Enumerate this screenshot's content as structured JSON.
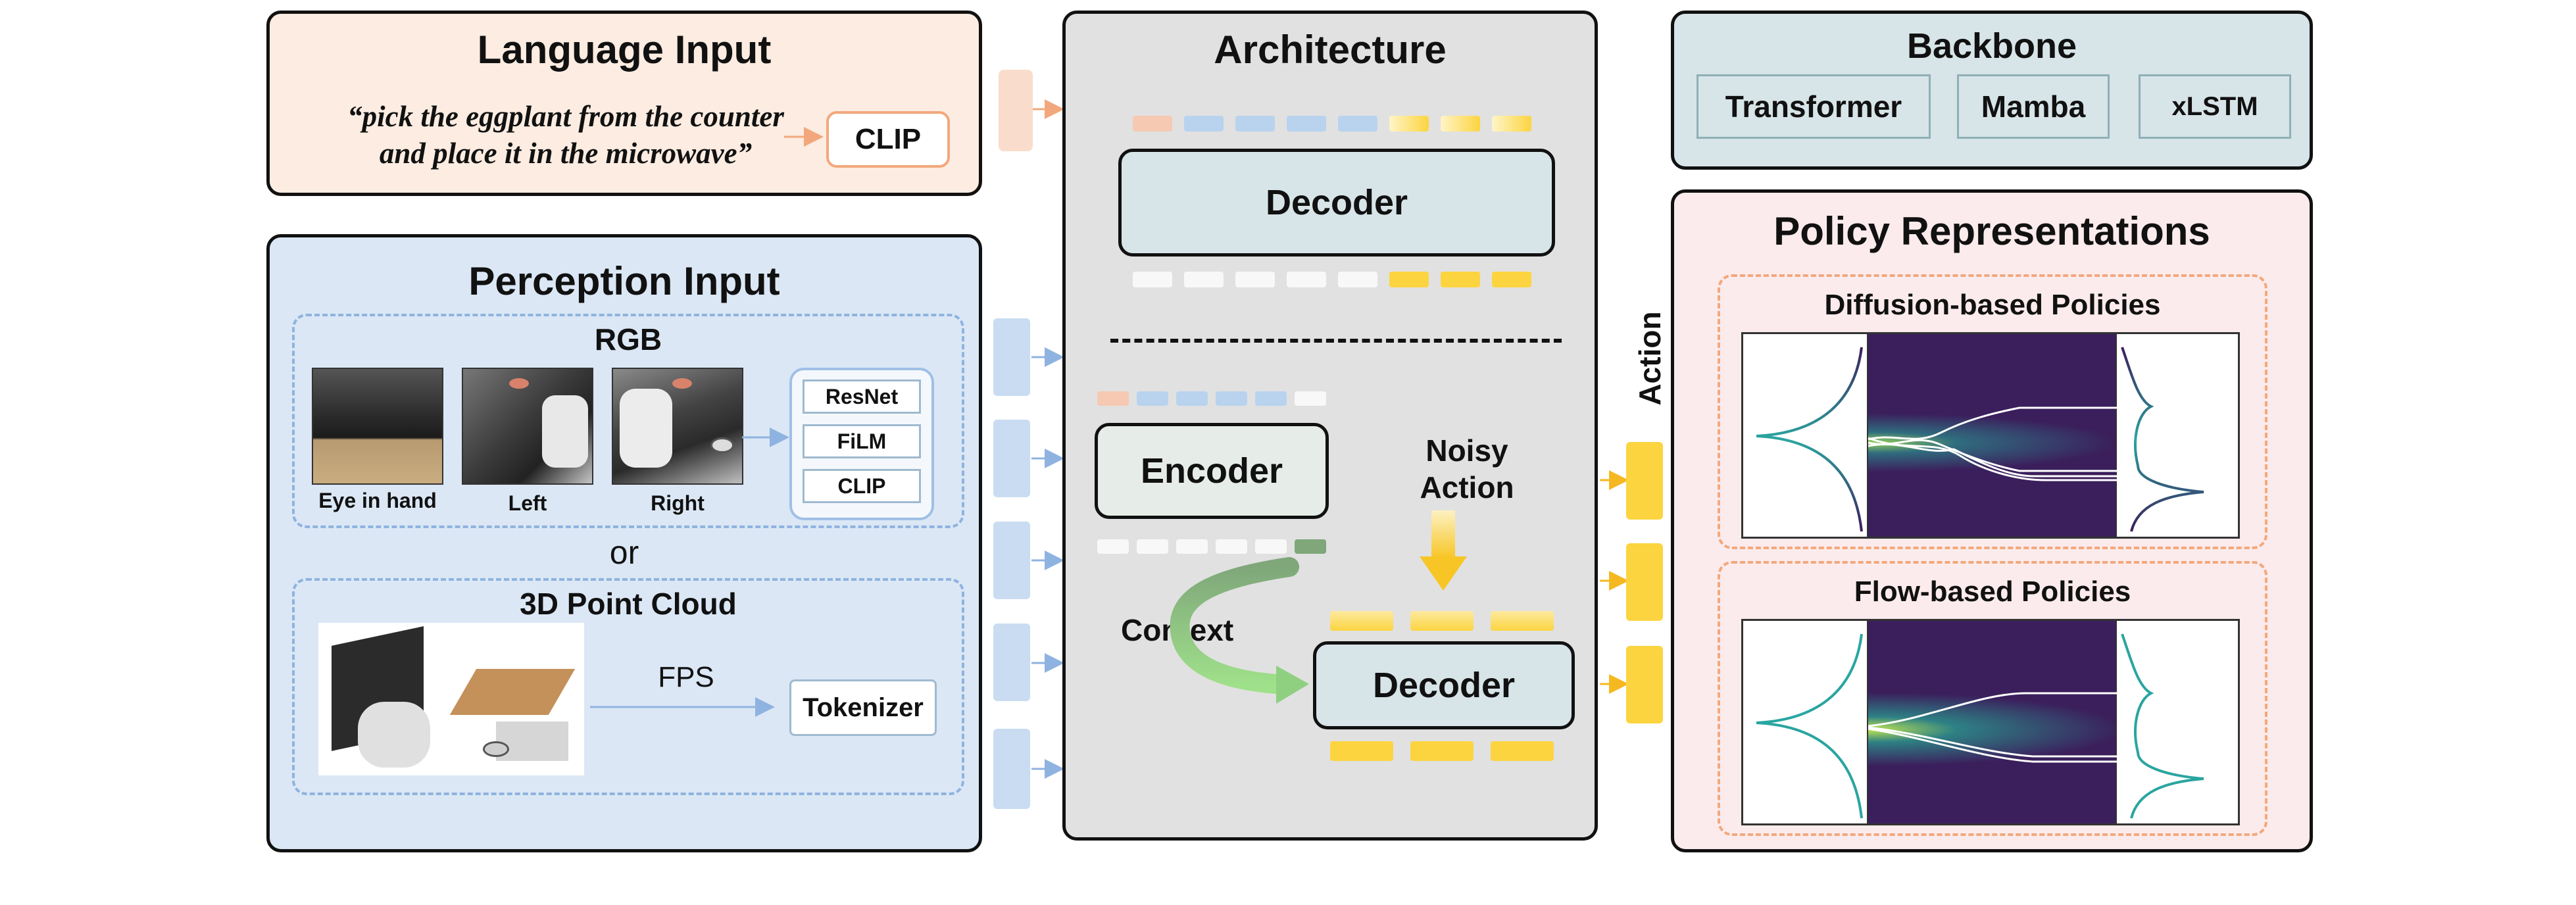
{
  "language": {
    "title": "Language Input",
    "quote_line1": "“pick the eggplant from the counter",
    "quote_line2": "and place it in the microwave”",
    "encoder": "CLIP"
  },
  "perception": {
    "title": "Perception Input",
    "rgb": {
      "title": "RGB",
      "cameras": [
        "Eye in hand",
        "Left",
        "Right"
      ],
      "encoders": [
        "ResNet",
        "FiLM",
        "CLIP"
      ]
    },
    "or_label": "or",
    "pointcloud": {
      "title": "3D Point Cloud",
      "sampling": "FPS",
      "tokenizer": "Tokenizer"
    }
  },
  "architecture": {
    "title": "Architecture",
    "decoder_top": "Decoder",
    "encoder": "Encoder",
    "noisy_action_line1": "Noisy",
    "noisy_action_line2": "Action",
    "context": "Context",
    "decoder_bottom": "Decoder"
  },
  "action_label": "Action",
  "backbone": {
    "title": "Backbone",
    "items": [
      "Transformer",
      "Mamba",
      "xLSTM"
    ]
  },
  "policy": {
    "title": "Policy Representations",
    "diffusion": "Diffusion-based Policies",
    "flow": "Flow-based Policies"
  },
  "colors": {
    "language_bg": "#fcece1",
    "language_token": "#f6c9b2",
    "perception_bg": "#dbe7f5",
    "perception_token": "#b9d3ee",
    "architecture_bg": "#e1e1e1",
    "backbone_bg": "#d7e4e8",
    "policy_bg": "#fcebec",
    "action_token": "#fcd440",
    "dashed_orange": "#f2a87c",
    "dashed_blue": "#8fb3e0",
    "plot_dark": "#3b1f5c"
  }
}
